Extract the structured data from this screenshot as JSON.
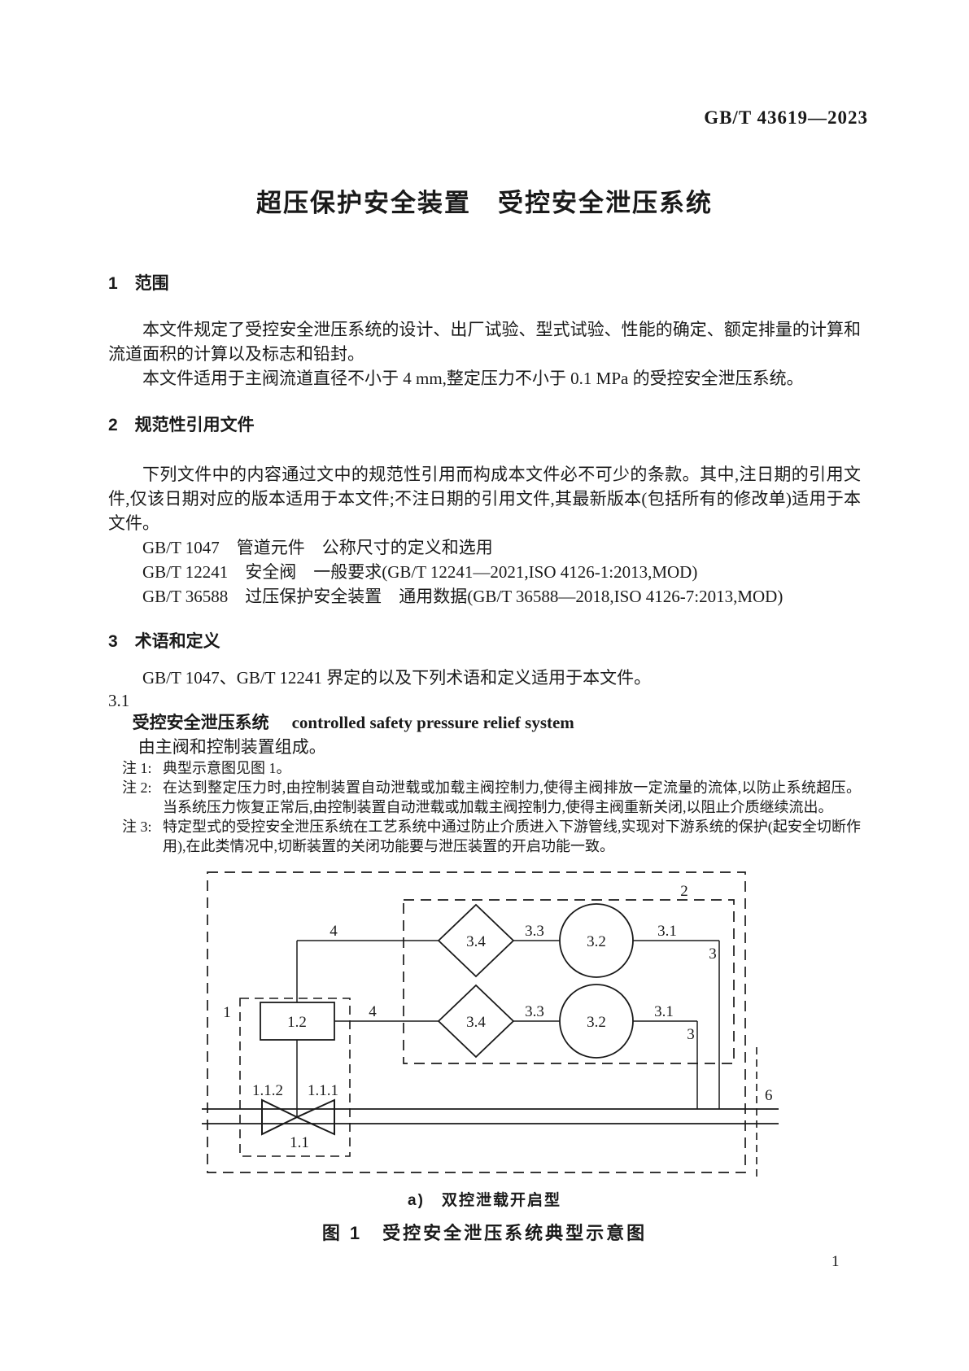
{
  "header": {
    "standard_number": "GB/T 43619—2023"
  },
  "title": "超压保护安全装置　受控安全泄压系统",
  "sections": {
    "scope": {
      "heading": "1　范围",
      "p1": "本文件规定了受控安全泄压系统的设计、出厂试验、型式试验、性能的确定、额定排量的计算和流道面积的计算以及标志和铅封。",
      "p2": "本文件适用于主阀流道直径不小于 4 mm,整定压力不小于 0.1 MPa 的受控安全泄压系统。"
    },
    "normative": {
      "heading": "2　规范性引用文件",
      "intro": "下列文件中的内容通过文中的规范性引用而构成本文件必不可少的条款。其中,注日期的引用文件,仅该日期对应的版本适用于本文件;不注日期的引用文件,其最新版本(包括所有的修改单)适用于本文件。",
      "refs": [
        "GB/T 1047　管道元件　公称尺寸的定义和选用",
        "GB/T 12241　安全阀　一般要求(GB/T 12241—2021,ISO 4126-1:2013,MOD)",
        "GB/T 36588　过压保护安全装置　通用数据(GB/T 36588—2018,ISO 4126-7:2013,MOD)"
      ]
    },
    "terms": {
      "heading": "3　术语和定义",
      "intro": "GB/T 1047、GB/T 12241 界定的以及下列术语和定义适用于本文件。",
      "clause_number": "3.1",
      "term_zh": "受控安全泄压系统",
      "term_en": "controlled safety pressure relief system",
      "definition": "由主阀和控制装置组成。",
      "notes": [
        {
          "label": "注 1:",
          "text": "典型示意图见图 1。"
        },
        {
          "label": "注 2:",
          "text": "在达到整定压力时,由控制装置自动泄载或加载主阀控制力,使得主阀排放一定流量的流体,以防止系统超压。当系统压力恢复正常后,由控制装置自动泄载或加载主阀控制力,使得主阀重新关闭,以阻止介质继续流出。"
        },
        {
          "label": "注 3:",
          "text": "特定型式的受控安全泄压系统在工艺系统中通过防止介质进入下游管线,实现对下游系统的保护(起安全切断作用),在此类情况中,切断装置的关闭功能要与泄压装置的开启功能一致。"
        }
      ]
    }
  },
  "figure": {
    "labels": {
      "n1": "1",
      "n1_1": "1.1",
      "n1_1_1": "1.1.1",
      "n1_1_2": "1.1.2",
      "n1_2": "1.2",
      "n2": "2",
      "n3": "3",
      "n3_1": "3.1",
      "n3_2": "3.2",
      "n3_3": "3.3",
      "n3_4": "3.4",
      "n4": "4",
      "n6": "6"
    },
    "subcaption": "a)　双控泄载开启型",
    "caption": "图 1　受控安全泄压系统典型示意图"
  },
  "page_number": "1"
}
